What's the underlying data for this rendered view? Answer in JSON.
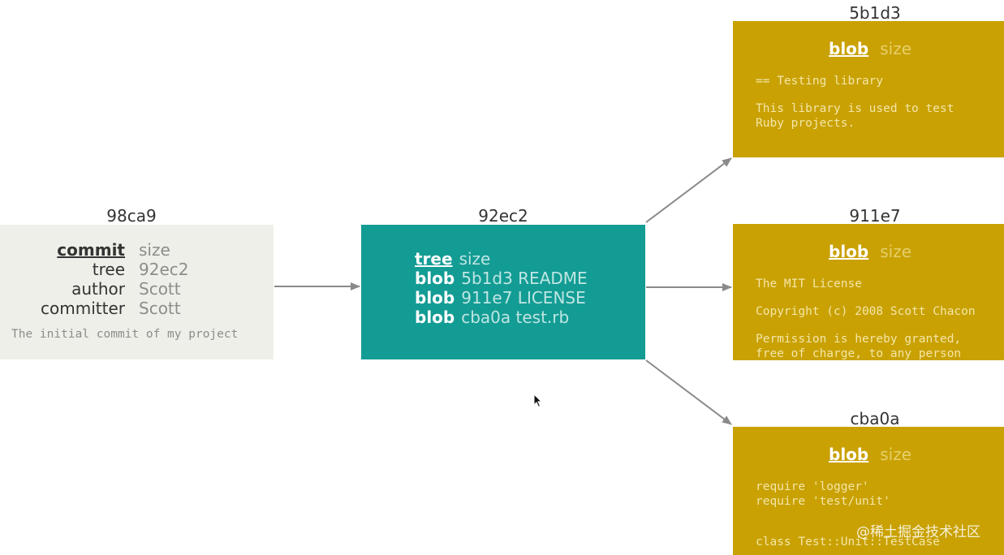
{
  "commit": {
    "hash": "98ca9",
    "rows": [
      {
        "key": "commit",
        "value": "size"
      },
      {
        "key": "tree",
        "value": "92ec2"
      },
      {
        "key": "author",
        "value": "Scott"
      },
      {
        "key": "committer",
        "value": "Scott"
      }
    ],
    "message": "The initial commit of my project"
  },
  "tree": {
    "hash": "92ec2",
    "rows": [
      {
        "key": "tree",
        "value": "size"
      },
      {
        "key": "blob",
        "value": "5b1d3 README"
      },
      {
        "key": "blob",
        "value": "911e7 LICENSE"
      },
      {
        "key": "blob",
        "value": "cba0a test.rb"
      }
    ]
  },
  "blobs": [
    {
      "hash": "5b1d3",
      "key": "blob",
      "value": "size",
      "lines": [
        "== Testing library",
        "This library is used to test",
        "Ruby projects."
      ]
    },
    {
      "hash": "911e7",
      "key": "blob",
      "value": "size",
      "lines": [
        "The MIT License",
        "Copyright (c) 2008 Scott Chacon",
        "Permission is hereby granted,",
        "free of charge, to any person"
      ]
    },
    {
      "hash": "cba0a",
      "key": "blob",
      "value": "size",
      "lines": [
        "require 'logger'",
        "require 'test/unit'",
        "class Test::Unit::TestCase"
      ]
    }
  ],
  "watermark": "@稀土掘金技术社区",
  "colors": {
    "commit_bg": "#efefe9",
    "tree_bg": "#139c94",
    "blob_bg": "#c9a103",
    "arrow": "#8a8a8a"
  }
}
